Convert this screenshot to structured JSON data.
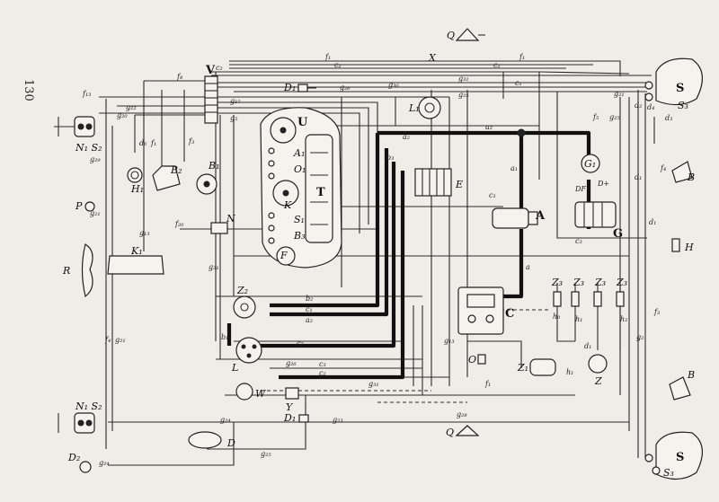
{
  "page_number": "130",
  "components": {
    "Q_top": "Q",
    "X": "X",
    "S_top": "S",
    "S3_top": "S₃",
    "N1S2_top": "N₁ S₂",
    "H1": "H₁",
    "B2": "B₂",
    "B1": "B₁",
    "V": "V",
    "U": "U",
    "D1_top": "D₁",
    "L1": "L₁",
    "G1": "G₁",
    "B_top": "B",
    "P": "P",
    "R": "R",
    "K1": "K₁",
    "N": "N",
    "A1": "A₁",
    "O1": "O₁",
    "T": "T",
    "K": "K",
    "S1": "S₁",
    "B3": "B₃",
    "F": "F",
    "E": "E",
    "A": "A",
    "G": "G",
    "H": "H",
    "Z2": "Z₂",
    "C": "C",
    "L": "L",
    "O": "O",
    "Z1": "Z₁",
    "Z": "Z",
    "B_bot": "B",
    "W": "W",
    "Y": "Y",
    "D1_bot": "D₁",
    "Q_bot": "Q",
    "D": "D",
    "N1S2_bot": "N₁ S₂",
    "D2": "D₂",
    "S_bot": "S",
    "S3_bot": "S₃",
    "Z3a": "Z₃",
    "Z3b": "Z₃",
    "Z3c": "Z₃",
    "Z3d": "Z₃",
    "a": "a",
    "a1": "a₁",
    "a2": "a₂",
    "b1": "b₁",
    "b2": "b₂",
    "b3": "b₃",
    "c1": "c₁",
    "c2": "c₂",
    "c3": "c₃",
    "c7": "c₇",
    "d1": "d₁",
    "d2": "d₂",
    "d3": "d₃",
    "d4": "d₄",
    "d6": "d₆",
    "f1": "f₁",
    "f2": "f₂",
    "f3": "f₃",
    "f4": "f₄",
    "f5": "f₅",
    "f8": "f₈",
    "f13": "f₁₃",
    "f20": "f₂₀",
    "g2": "g₂",
    "g5": "g₅",
    "g13": "g₁₃",
    "g17": "g₁₇",
    "g20": "g₂₀",
    "g21": "g₂₁",
    "g22": "g₂₂",
    "g23": "g₂₃",
    "g24": "g₂₄",
    "g25": "g₂₅",
    "g26": "g₂₆",
    "g28": "g₂₈",
    "g29": "g₂₉",
    "g30": "g₃₀",
    "g31": "g₃₁",
    "h0": "h₀",
    "h1": "h₁",
    "h2": "h₂",
    "DF": "DF",
    "D_plus": "D+"
  }
}
